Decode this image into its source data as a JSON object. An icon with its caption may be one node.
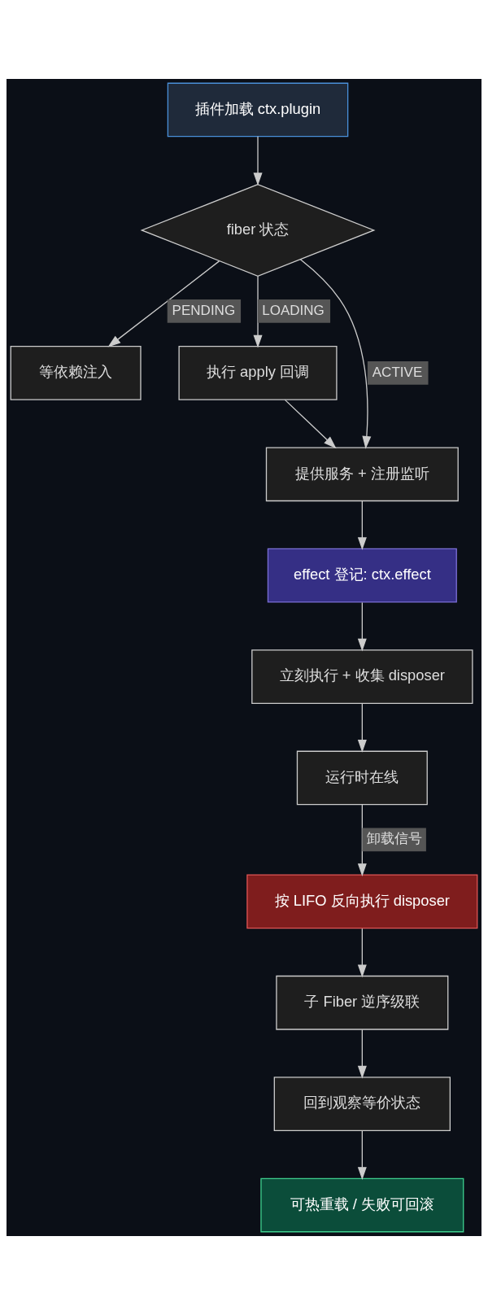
{
  "diagram": {
    "nodes": [
      {
        "text": [
          "插件加载 ctx.plugin"
        ]
      },
      {
        "text": [
          "fiber 状态"
        ]
      },
      {
        "text": [
          "等依赖注入"
        ]
      },
      {
        "text": [
          "执行 apply 回调"
        ]
      },
      {
        "text": [
          "提供服务 + 注册监听"
        ]
      },
      {
        "text": [
          "effect 登记: ctx.effect"
        ]
      },
      {
        "text": [
          "立刻执行 + 收集 disposer"
        ]
      },
      {
        "text": [
          "运行时在线"
        ]
      },
      {
        "text": [
          "按 LIFO 反向执行 disposer"
        ]
      },
      {
        "text": [
          "子 Fiber 逆序级联"
        ]
      },
      {
        "text": [
          "回到观察等价状态"
        ]
      },
      {
        "text": [
          "可热重载 / 失败可回滚"
        ]
      }
    ],
    "edges": [
      {
        "from": 0,
        "to": 1,
        "arrow": "to"
      },
      {
        "from": 1,
        "to": 2,
        "arrow": "to",
        "label": "PENDING"
      },
      {
        "from": 1,
        "to": 4,
        "arrow": "to",
        "label": "ACTIVE"
      },
      {
        "from": 1,
        "to": 3,
        "arrow": "to",
        "label": "LOADING"
      },
      {
        "from": 3,
        "to": 4,
        "arrow": "to"
      },
      {
        "from": 4,
        "to": 5,
        "arrow": "to"
      },
      {
        "from": 5,
        "to": 6,
        "arrow": "to"
      },
      {
        "from": 6,
        "to": 7,
        "arrow": "to"
      },
      {
        "from": 7,
        "to": 8,
        "arrow": "to",
        "label": "卸载信号"
      },
      {
        "from": 8,
        "to": 9,
        "arrow": "to"
      },
      {
        "from": 9,
        "to": 10,
        "arrow": "to"
      },
      {
        "from": 10,
        "to": 11,
        "arrow": "to"
      }
    ]
  }
}
